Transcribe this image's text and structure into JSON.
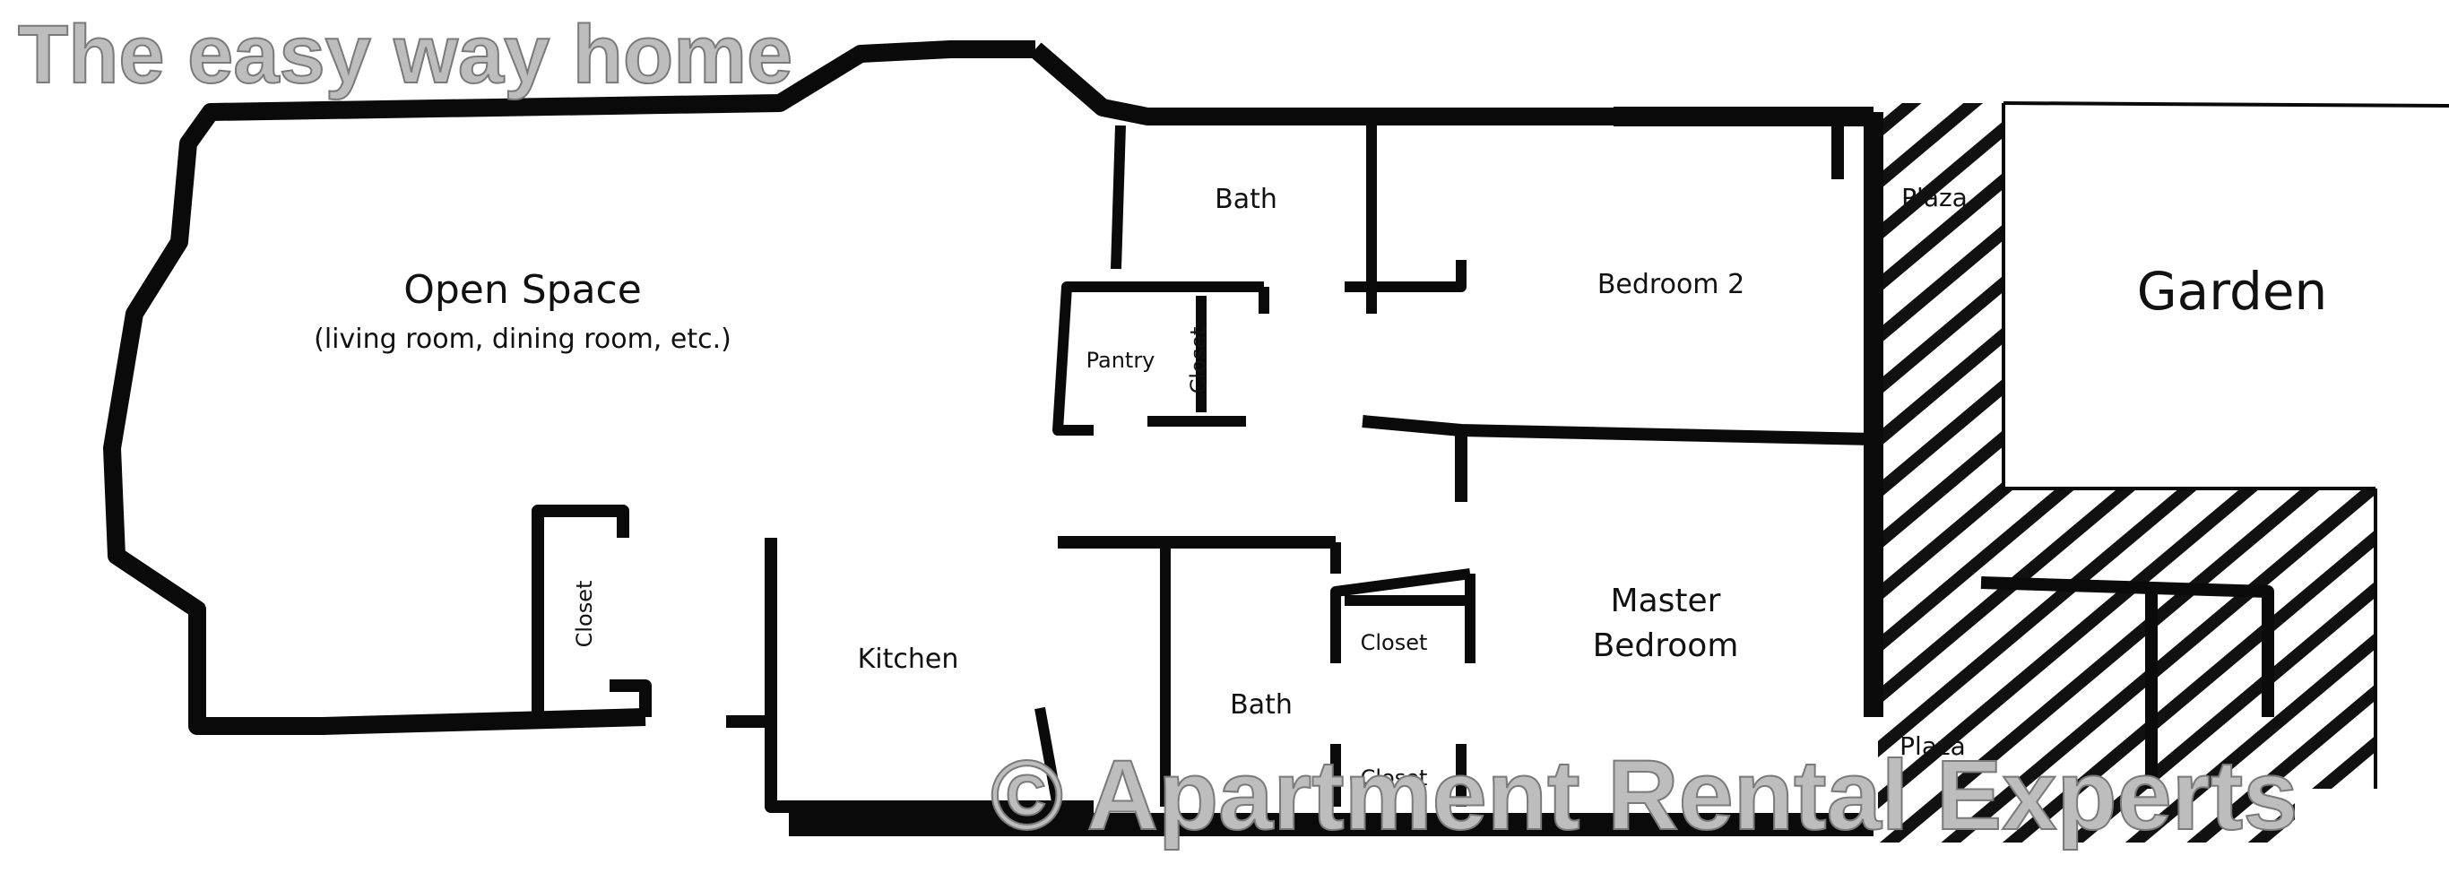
{
  "title_watermark": "The easy way home",
  "copyright_watermark": "© Apartment Rental Experts",
  "rooms": {
    "open_space": "Open Space",
    "open_space_sub": "(living room, dining room, etc.)",
    "bath_top": "Bath",
    "bedroom_2": "Bedroom 2",
    "plaza_top": "Plaza",
    "garden": "Garden",
    "pantry": "Pantry",
    "closet_pantry": "Closet",
    "closet_open": "Closet",
    "kitchen": "Kitchen",
    "bath_bottom": "Bath",
    "closet_master": "Closet",
    "closet_bottom": "Closet",
    "master_bedroom_line1": "Master",
    "master_bedroom_line2": "Bedroom",
    "plaza_bottom": "Plaza"
  },
  "colors": {
    "wall": "#0a0a0a",
    "hatch": "#111111",
    "watermark_fill": "#bdbdbd",
    "watermark_stroke": "#7a7a7a"
  }
}
